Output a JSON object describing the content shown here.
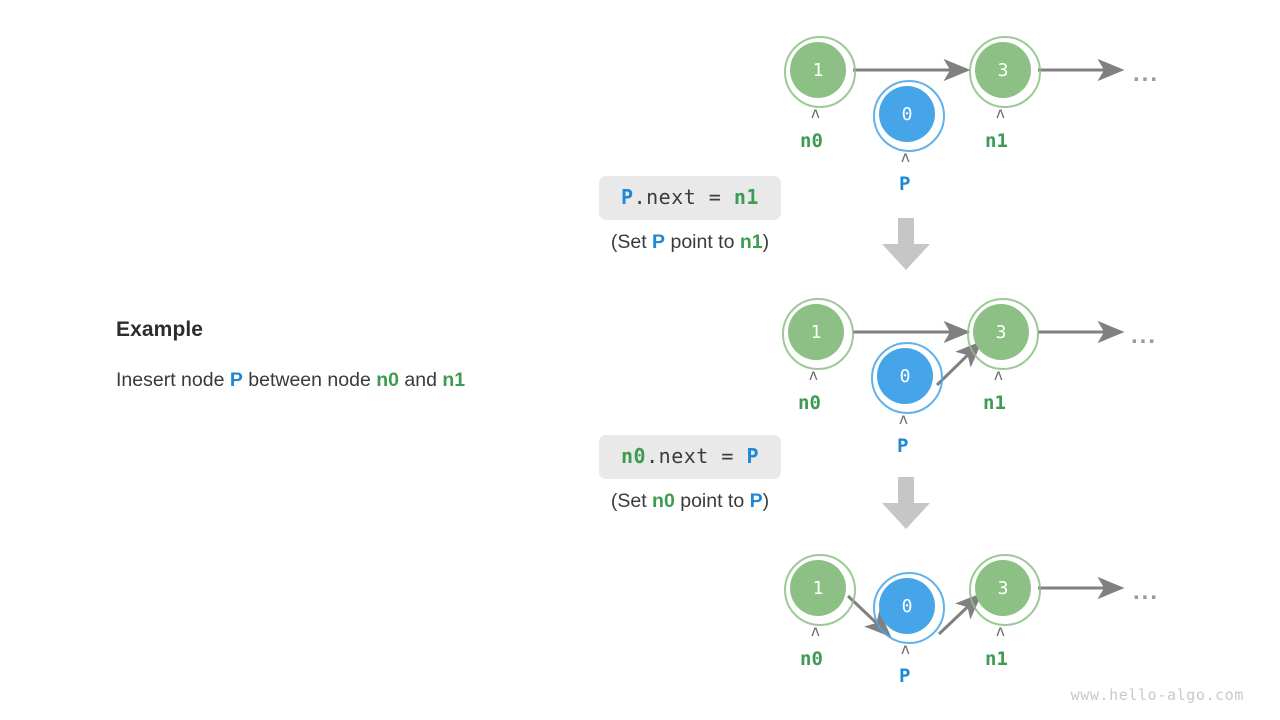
{
  "example": {
    "title": "Example",
    "description_parts": [
      {
        "text": "Inesert node ",
        "style": "plain"
      },
      {
        "text": "P",
        "style": "blue"
      },
      {
        "text": " between node ",
        "style": "plain"
      },
      {
        "text": "n0",
        "style": "green"
      },
      {
        "text": " and ",
        "style": "plain"
      },
      {
        "text": "n1",
        "style": "green"
      }
    ],
    "description_plain": "Inesert node P between node n0 and n1"
  },
  "steps": [
    {
      "id": "step-1",
      "code": "P.next = n1",
      "code_parts": [
        {
          "text": "P",
          "style": "blue"
        },
        {
          "text": ".next = ",
          "style": "plain"
        },
        {
          "text": "n1",
          "style": "green"
        }
      ],
      "caption": "(Set P point to n1)",
      "caption_parts": [
        {
          "text": "(Set ",
          "style": "plain"
        },
        {
          "text": "P",
          "style": "blue"
        },
        {
          "text": " point to ",
          "style": "plain"
        },
        {
          "text": "n1",
          "style": "green"
        },
        {
          "text": ")",
          "style": "plain"
        }
      ]
    },
    {
      "id": "step-2",
      "code": "n0.next = P",
      "code_parts": [
        {
          "text": "n0",
          "style": "green"
        },
        {
          "text": ".next = ",
          "style": "plain"
        },
        {
          "text": "P",
          "style": "blue"
        }
      ],
      "caption": "(Set n0 point to P)",
      "caption_parts": [
        {
          "text": "(Set ",
          "style": "plain"
        },
        {
          "text": "n0",
          "style": "green"
        },
        {
          "text": " point to ",
          "style": "plain"
        },
        {
          "text": "P",
          "style": "blue"
        },
        {
          "text": ")",
          "style": "plain"
        }
      ]
    }
  ],
  "rows": [
    {
      "id": "row-initial",
      "nodes": [
        {
          "name": "n0-node",
          "value": "1",
          "color": "green",
          "label": "n0",
          "label_color": "green"
        },
        {
          "name": "p-node",
          "value": "0",
          "color": "blue",
          "label": "P",
          "label_color": "blue"
        },
        {
          "name": "n1-node",
          "value": "3",
          "color": "green",
          "label": "n1",
          "label_color": "green"
        }
      ],
      "ellipsis": "...",
      "edges": [
        "n0->n1",
        "n1->tail"
      ]
    },
    {
      "id": "row-after-p-next",
      "nodes": [
        {
          "name": "n0-node",
          "value": "1",
          "color": "green",
          "label": "n0",
          "label_color": "green"
        },
        {
          "name": "p-node",
          "value": "0",
          "color": "blue",
          "label": "P",
          "label_color": "blue"
        },
        {
          "name": "n1-node",
          "value": "3",
          "color": "green",
          "label": "n1",
          "label_color": "green"
        }
      ],
      "ellipsis": "...",
      "edges": [
        "n0->n1",
        "p->n1",
        "n1->tail"
      ]
    },
    {
      "id": "row-final",
      "nodes": [
        {
          "name": "n0-node",
          "value": "1",
          "color": "green",
          "label": "n0",
          "label_color": "green"
        },
        {
          "name": "p-node",
          "value": "0",
          "color": "blue",
          "label": "P",
          "label_color": "blue"
        },
        {
          "name": "n1-node",
          "value": "3",
          "color": "green",
          "label": "n1",
          "label_color": "green"
        }
      ],
      "ellipsis": "...",
      "edges": [
        "n0->p",
        "p->n1",
        "n1->tail"
      ]
    }
  ],
  "caret_glyph": "ʌ",
  "watermark": "www.hello-algo.com",
  "colors": {
    "node_green_fill": "#8cc084",
    "node_blue_fill": "#45a5e8",
    "label_green": "#3e9b52",
    "label_blue": "#1e87d6",
    "edge_gray": "#808080",
    "code_box_bg": "#e9e9e9",
    "down_arrow_gray": "#c6c6c6",
    "watermark_gray": "#c9c9c9"
  }
}
